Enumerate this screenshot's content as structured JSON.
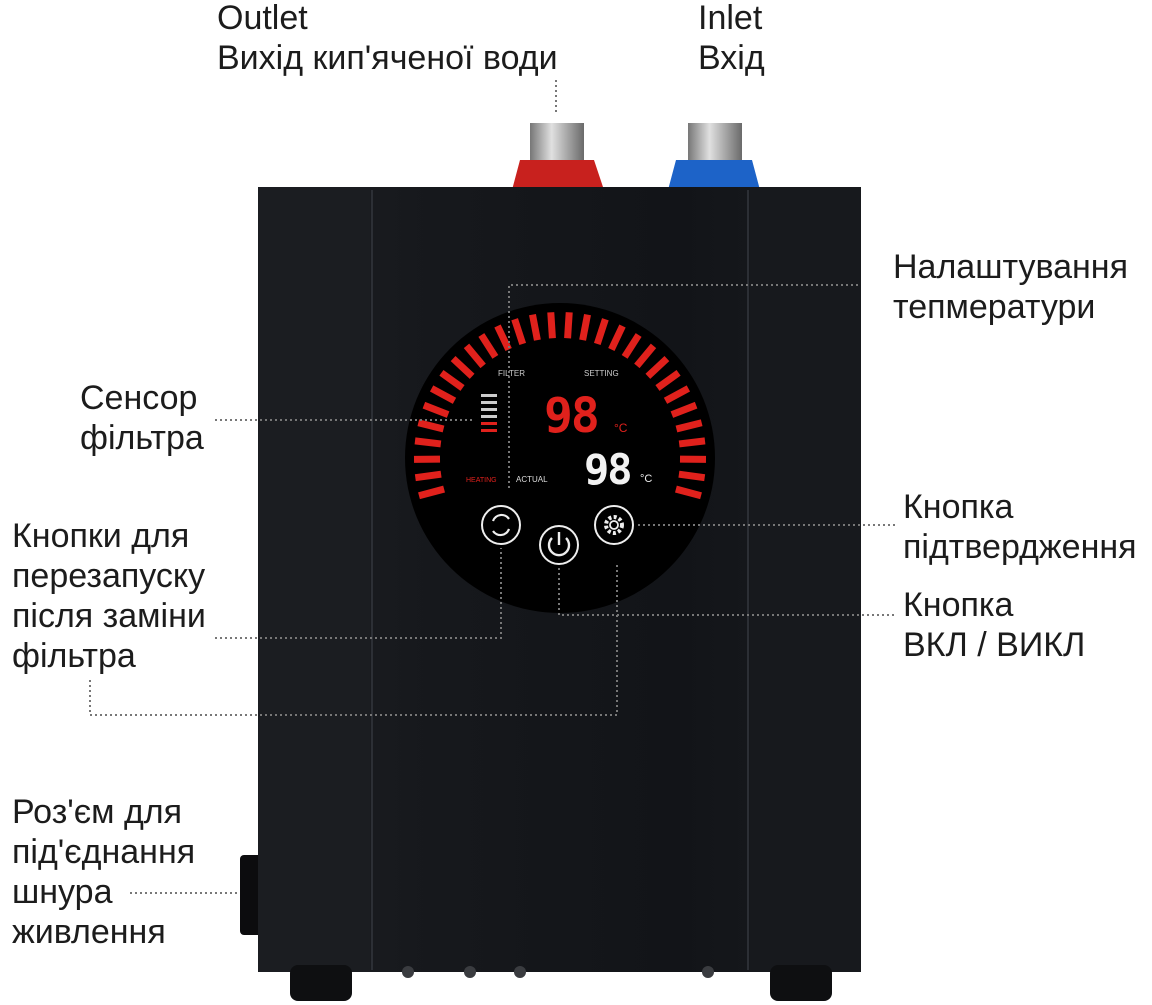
{
  "labels": {
    "outlet": [
      "Outlet",
      "Вихід кип'яченої води"
    ],
    "inlet": [
      "Inlet",
      "Вхід"
    ],
    "temp_setting": [
      "Налаштування",
      "тепмератури"
    ],
    "filter_sensor": [
      "Сенсор",
      "фільтра"
    ],
    "reset_buttons": [
      "Кнопки для",
      "перезапуску",
      "після заміни",
      "фільтра"
    ],
    "confirm_button": [
      "Кнопка",
      "підтвердження"
    ],
    "power_button": [
      "Кнопка",
      "ВКЛ / ВИКЛ"
    ],
    "power_socket": [
      "Роз'єм для",
      "під'єднання",
      "шнура",
      "живлення"
    ]
  },
  "display": {
    "filter_label": "FILTER",
    "setting_label": "SETTING",
    "heating_label": "HEATING",
    "actual_label": "ACTUAL",
    "setting_value": "98",
    "setting_unit": "°C",
    "actual_value": "98",
    "actual_unit": "°C"
  },
  "colors": {
    "body": "#111317",
    "accent_red": "#e0211c",
    "inlet_blue": "#1d63c8",
    "outlet_red": "#c8211e"
  },
  "icons": {
    "reset": "refresh-circle-icon",
    "power": "power-icon",
    "confirm": "gear-icon"
  }
}
